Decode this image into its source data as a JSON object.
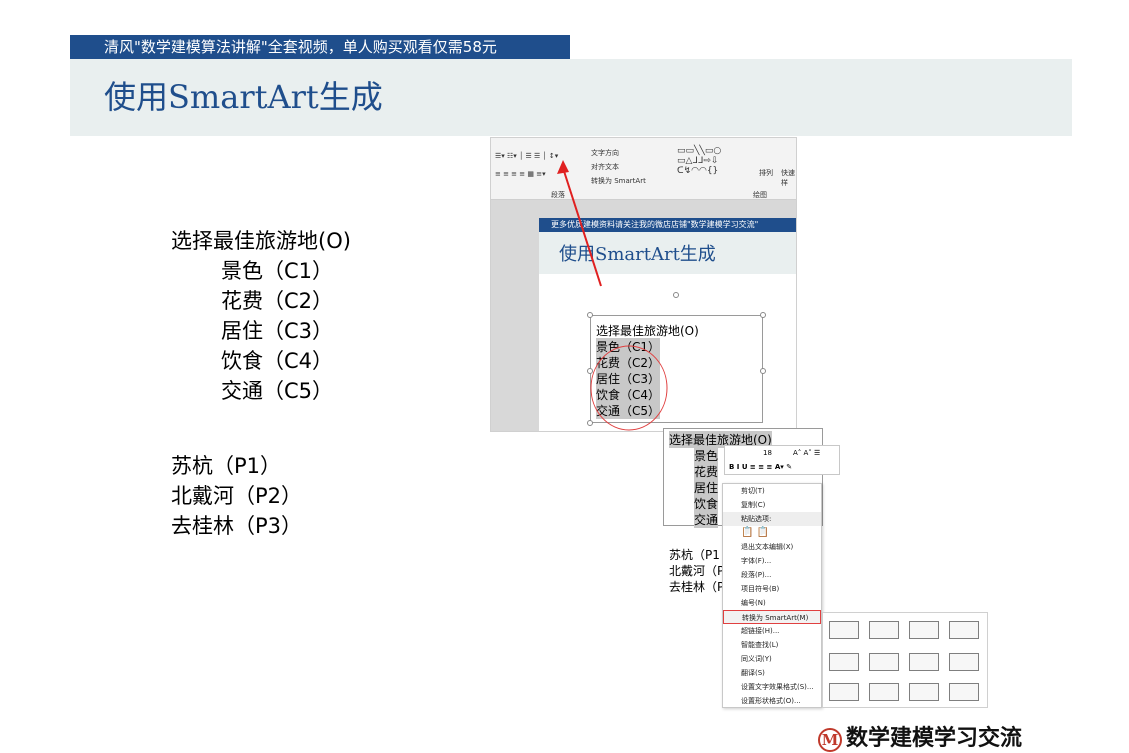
{
  "banner": {
    "text": "清风\"数学建模算法讲解\"全套视频，单人购买观看仅需58元"
  },
  "title": "使用SmartArt生成",
  "left_list": {
    "root": "选择最佳旅游地(O)",
    "criteria": [
      "景色（C1）",
      "花费（C2）",
      "居住（C3）",
      "饮食（C4）",
      "交通（C5）"
    ],
    "plans": [
      "苏杭（P1）",
      "北戴河（P2）",
      "去桂林（P3）"
    ]
  },
  "ribbon": {
    "text_direction": "文字方向",
    "align_text": "对齐文本",
    "convert_smartart": "转换为 SmartArt",
    "paragraph_label": "段落",
    "drawing_label": "绘图",
    "arrange": "排列",
    "quick_styles": "快速样"
  },
  "mini_slide": {
    "banner": "更多优质建模资料请关注我的微店店铺\"数学建模学习交流\"",
    "title": "使用SmartArt生成",
    "root": "选择最佳旅游地(O)",
    "items": [
      "景色（C1）",
      "花费（C2）",
      "居住（C3）",
      "饮食（C4）",
      "交通（C5）"
    ]
  },
  "ctx_area": {
    "root": "选择最佳旅游地(O)",
    "items": [
      "景色",
      "花费",
      "居住",
      "饮食",
      "交通"
    ],
    "under": [
      "苏杭（P1",
      "北戴河（P",
      "去桂林（P"
    ],
    "mini_toolbar_size": "18"
  },
  "context_menu": [
    "剪切(T)",
    "复制(C)",
    "粘贴选项:",
    "",
    "退出文本编辑(X)",
    "字体(F)...",
    "段落(P)...",
    "项目符号(B)",
    "编号(N)",
    "转换为 SmartArt(M)",
    "超链接(H)...",
    "智能查找(L)",
    "同义词(Y)",
    "翻译(S)",
    "设置文字效果格式(S)...",
    "设置形状格式(O)..."
  ],
  "footer": {
    "logo_letter": "M",
    "text": "数学建模学习交流"
  },
  "colors": {
    "banner_blue": "#1f4e8c",
    "title_band": "#e9efef",
    "arrow_red": "#e02020"
  }
}
